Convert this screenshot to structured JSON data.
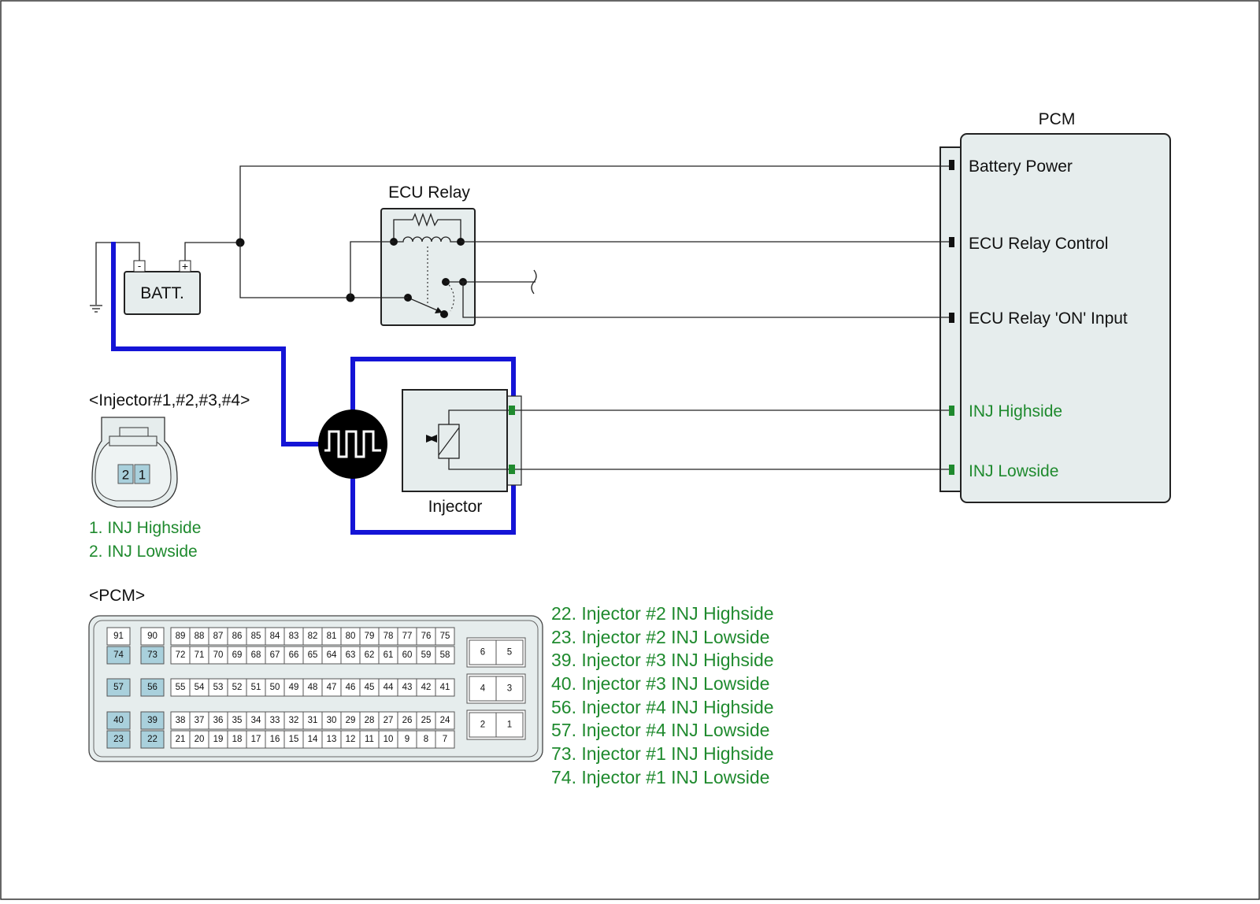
{
  "pcm": {
    "title": "PCM",
    "pins": [
      "Battery Power",
      "ECU Relay Control",
      "ECU Relay 'ON' Input",
      "INJ Highside",
      "INJ Lowside"
    ]
  },
  "relay": {
    "title": "ECU Relay"
  },
  "battery": {
    "label": "BATT.",
    "minus": "-",
    "plus": "+"
  },
  "injector": {
    "label": "Injector"
  },
  "injector_connector": {
    "title": "<Injector#1,#2,#3,#4>",
    "pin_a": "2",
    "pin_b": "1",
    "legend": [
      "1. INJ Highside",
      "2. INJ Lowside"
    ]
  },
  "pcm_connector": {
    "title": "<PCM>",
    "rows": [
      [
        "91",
        "90",
        "89",
        "88",
        "87",
        "86",
        "85",
        "84",
        "83",
        "82",
        "81",
        "80",
        "79",
        "78",
        "77",
        "76",
        "75"
      ],
      [
        "74",
        "73",
        "72",
        "71",
        "70",
        "69",
        "68",
        "67",
        "66",
        "65",
        "64",
        "63",
        "62",
        "61",
        "60",
        "59",
        "58"
      ],
      [
        "57",
        "56",
        "55",
        "54",
        "53",
        "52",
        "51",
        "50",
        "49",
        "48",
        "47",
        "46",
        "45",
        "44",
        "43",
        "42",
        "41"
      ],
      [
        "40",
        "39",
        "38",
        "37",
        "36",
        "35",
        "34",
        "33",
        "32",
        "31",
        "30",
        "29",
        "28",
        "27",
        "26",
        "25",
        "24"
      ],
      [
        "23",
        "22",
        "21",
        "20",
        "19",
        "18",
        "17",
        "16",
        "15",
        "14",
        "13",
        "12",
        "11",
        "10",
        "9",
        "8",
        "7"
      ]
    ],
    "right_pins": [
      [
        "6",
        "5"
      ],
      [
        "4",
        "3"
      ],
      [
        "2",
        "1"
      ]
    ],
    "highlighted": [
      "74",
      "73",
      "57",
      "56",
      "40",
      "39",
      "23",
      "22"
    ]
  },
  "pin_legend": [
    "22. Injector #2 INJ Highside",
    "23. Injector #2 INJ Lowside",
    "39. Injector #3 INJ Highside",
    "40. Injector #3 INJ Lowside",
    "56. Injector #4 INJ Highside",
    "57. Injector #4 INJ Lowside",
    "73. Injector #1 INJ Highside",
    "74. Injector #1 INJ Lowside"
  ],
  "colors": {
    "signal_wire": "#1414d6",
    "green_label": "#1f8a2e",
    "highlight_pin": "#a9d0dc"
  }
}
